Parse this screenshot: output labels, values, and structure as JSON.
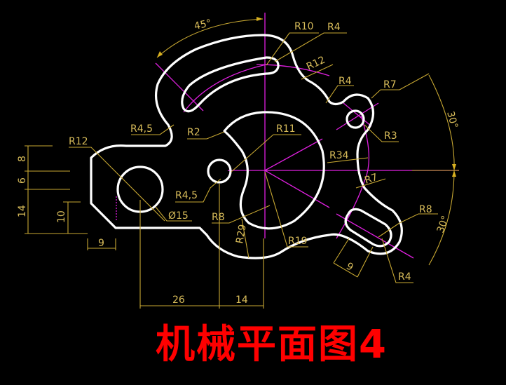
{
  "title": "机械平面图4",
  "colors": {
    "background": "#000000",
    "outline": "#ffffff",
    "centerline": "#e020e0",
    "dimension": "#c8a832",
    "title": "#ff0000"
  },
  "dimensions": {
    "angle_top": "45°",
    "r10": "R10",
    "r4_top": "R4",
    "r12_top": "R12",
    "r4_right": "R4",
    "r7_top": "R7",
    "angle_right_upper": "30°",
    "r3": "R3",
    "r34": "R34",
    "r7_mid": "R7",
    "r8_right": "R8",
    "angle_right_lower": "30°",
    "r4_bottom": "R4",
    "slot_width_9": "9",
    "r4_5_top": "R4,5",
    "r2": "R2",
    "r11": "R11",
    "r12_left": "R12",
    "r4_5_mid": "R4,5",
    "dia15": "Ø15",
    "r8_mid": "R8",
    "r29": "R29",
    "r19": "R19",
    "v8": "8",
    "v6": "6",
    "v14": "14",
    "v10": "10",
    "h9": "9",
    "h26": "26",
    "h14": "14"
  }
}
